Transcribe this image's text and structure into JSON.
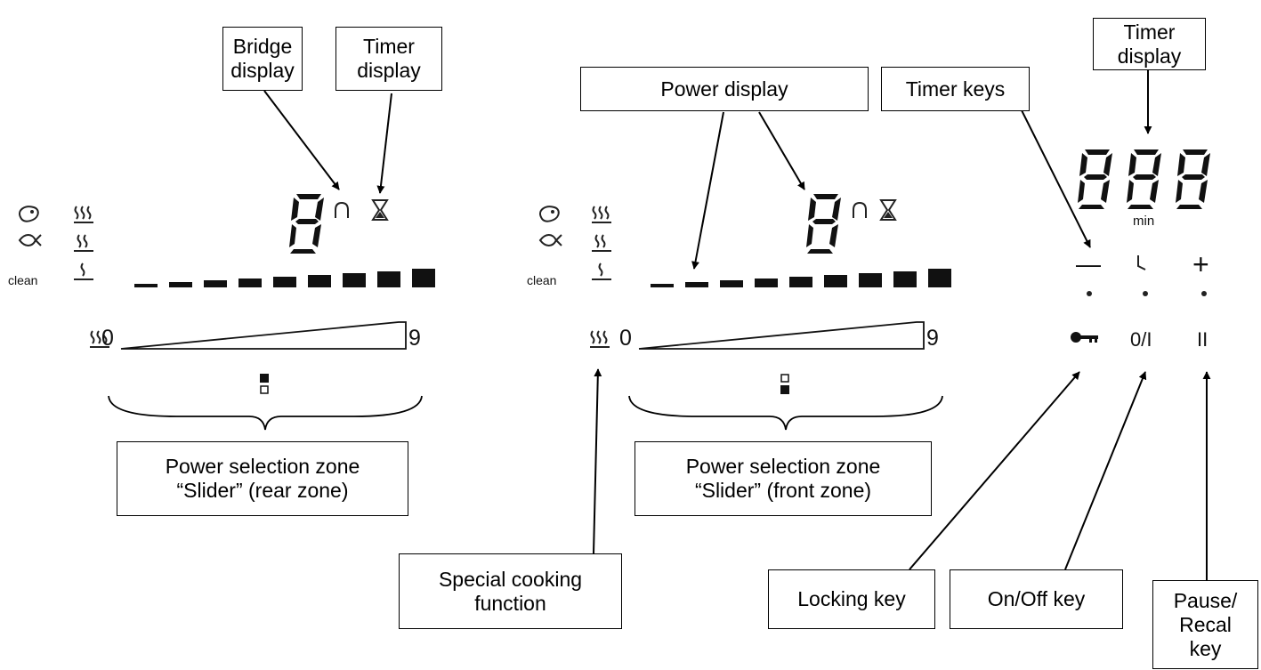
{
  "callouts": {
    "bridge_display": "Bridge\ndisplay",
    "timer_display_left": "Timer\ndisplay",
    "power_display": "Power display",
    "timer_keys": "Timer keys",
    "timer_display_right": "Timer\ndisplay",
    "power_selection_rear": "Power selection zone\n“Slider” (rear zone)",
    "power_selection_front": "Power selection zone\n“Slider” (front zone)",
    "special_cooking": "Special cooking\nfunction",
    "locking_key": "Locking key",
    "onoff_key": "On/Off key",
    "pause_key": "Pause/\nRecal\nkey"
  },
  "panel": {
    "clean_label": "clean",
    "scale_min": "0",
    "scale_max": "9",
    "digit": "8",
    "timer_digits": "888",
    "timer_unit": "min",
    "minus": "—",
    "plus": "+",
    "onoff_symbol": "0/I",
    "pause_symbol": "II"
  },
  "icons": [
    "meat-icon",
    "fish-icon",
    "heat-high-icon",
    "heat-medium-icon",
    "heat-low-icon",
    "bridge-icon",
    "hourglass-icon",
    "clock-icon",
    "key-icon",
    "zone-indicator-icon"
  ]
}
